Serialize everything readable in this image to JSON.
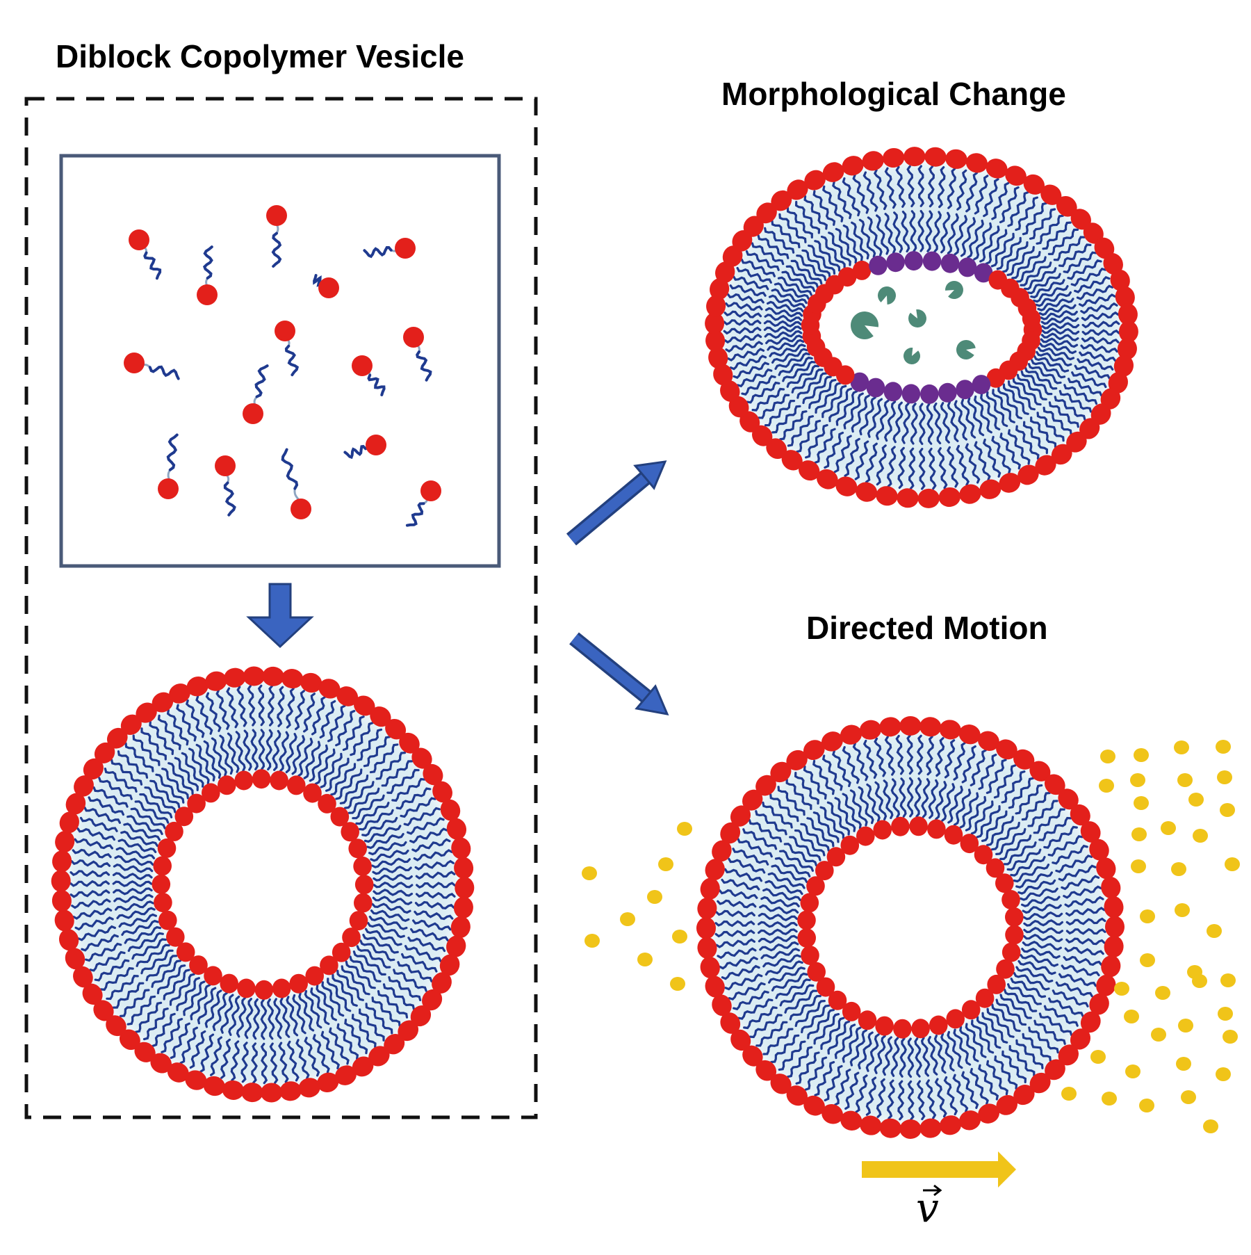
{
  "titles": {
    "assembly": "Diblock Copolymer Vesicle",
    "morphological": "Morphological Change",
    "motion": "Directed Motion"
  },
  "velocity_label": "v",
  "colors": {
    "head": "#e3201b",
    "tail": "#1f3a8f",
    "membrane_haze": "#cfe6ef",
    "functional_head": "#6a2c8f",
    "pacman": "#4e8a78",
    "fuel": "#f0c419",
    "arrow": "#3a64c0",
    "arrow_outline": "#23407e",
    "box_border": "#4a5a78",
    "dashed_border": "#111111"
  },
  "icons": {
    "free_copolymer": "copolymer-chain-icon",
    "cargo": "pacman-icon",
    "fuel": "fuel-particle-icon"
  }
}
